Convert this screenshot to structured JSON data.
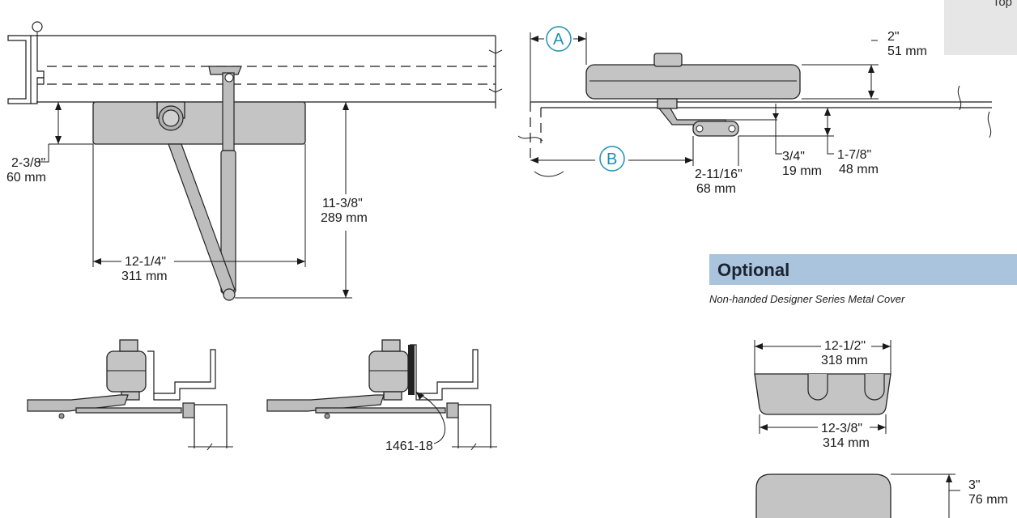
{
  "header_tab": "Top",
  "optional": {
    "title": "Optional",
    "subtitle": "Non-handed Designer Series Metal Cover"
  },
  "dims": {
    "top_height_in": "2-3/8\"",
    "top_height_mm": "60 mm",
    "top_width_in": "12-1/4\"",
    "top_width_mm": "311 mm",
    "top_length_in": "11-3/8\"",
    "top_length_mm": "289 mm",
    "side_height_in": "2\"",
    "side_height_mm": "51 mm",
    "side_bracket_in": "2-11/16\"",
    "side_bracket_mm": "68 mm",
    "side_offset_in": "3/4\"",
    "side_offset_mm": "19 mm",
    "side_drop_in": "1-7/8\"",
    "side_drop_mm": "48 mm",
    "cover_top_in": "12-1/2\"",
    "cover_top_mm": "318 mm",
    "cover_bottom_in": "12-3/8\"",
    "cover_bottom_mm": "314 mm",
    "cover_height_in": "3\"",
    "cover_height_mm": "76 mm"
  },
  "labels": {
    "circle_a": "A",
    "circle_b": "B",
    "part_number": "1461-18"
  }
}
